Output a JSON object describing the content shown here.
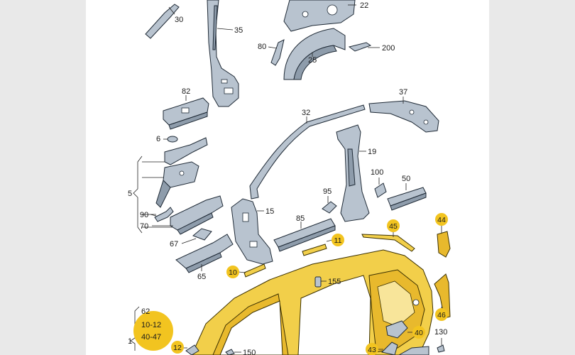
{
  "diagram": {
    "title": "Body side panel exploded parts diagram",
    "colors": {
      "background": "#e9e9e9",
      "panel": "#ffffff",
      "part_fill": "#b8c3cf",
      "highlight_fill": "#f2cf4a",
      "badge_fill": "#f2c420"
    },
    "labels": {
      "p30": "30",
      "p35": "35",
      "p22": "22",
      "p80": "80",
      "p25": "25",
      "p200": "200",
      "p82": "82",
      "p37": "37",
      "p32": "32",
      "p6": "6",
      "p19": "19",
      "p5": "5",
      "p100": "100",
      "p50": "50",
      "p95": "95",
      "p15": "15",
      "p90": "90",
      "p70": "70",
      "p85": "85",
      "p67": "67",
      "p65": "65",
      "p155": "155",
      "p130": "130",
      "p150": "150"
    },
    "badges": {
      "b44": "44",
      "b45": "45",
      "b11": "11",
      "b10": "10",
      "b46": "46",
      "b40": "40",
      "b12": "12",
      "b43": "43"
    },
    "group_badge": {
      "prefix": "1",
      "line1": "62",
      "line2": "10-12",
      "line3": "40-47"
    }
  }
}
